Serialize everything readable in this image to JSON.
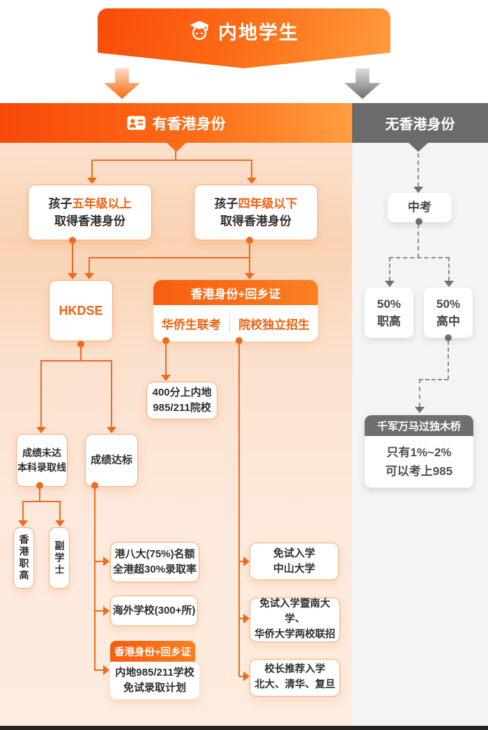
{
  "banner": {
    "title": "内地学生"
  },
  "headers": {
    "left": {
      "label": "有香港身份"
    },
    "right": {
      "label": "无香港身份"
    }
  },
  "nodes": {
    "grade5": {
      "prefix": "孩子",
      "highlight": "五年级以上",
      "line2": "取得香港身份"
    },
    "grade4": {
      "prefix": "孩子",
      "highlight": "四年级以下",
      "line2": "取得香港身份"
    },
    "hkdse": {
      "label": "HKDSE"
    },
    "permit": {
      "header": "香港身份+回乡证",
      "left_option": "华侨生联考",
      "right_option": "院校独立招生"
    },
    "score400": {
      "line1": "400分上内地",
      "line2": "985/211院校"
    },
    "below_line": {
      "line1": "成绩未达",
      "line2": "本科录取线"
    },
    "pass_line": {
      "label": "成绩达标"
    },
    "hk_vocational": {
      "label": "香港职高"
    },
    "associate": {
      "label": "副学士"
    },
    "eight_univ": {
      "line1": "港八大(75%)名额",
      "line2": "全港超30%录取率"
    },
    "overseas": {
      "label": "海外学校(300+所)"
    },
    "mainland_plan": {
      "header": "香港身份+回乡证",
      "line1": "内地985/211学校",
      "line2": "免试录取计划"
    },
    "zhongshan": {
      "line1": "免试入学",
      "line2": "中山大学"
    },
    "jinan": {
      "line1": "免试入学暨南大学、",
      "line2": "华侨大学两校联招"
    },
    "principal": {
      "line1": "校长推荐入学",
      "line2": "北大、清华、复旦"
    },
    "zhongkao": {
      "label": "中考"
    },
    "pct_vocational": {
      "line1": "50%",
      "line2": "职高"
    },
    "pct_highschool": {
      "line1": "50%",
      "line2": "高中"
    },
    "bridge": {
      "header": "千军万马过独木桥",
      "line1": "只有1%~2%",
      "line2": "可以考上985"
    }
  },
  "colors": {
    "accent_orange_deep": "#f8490a",
    "accent_orange_light": "#ff9e3e",
    "line_orange": "#ee6a1e",
    "panel_left_bg": "#fce5d6",
    "panel_right_bg": "#f4f4f4",
    "header_gray": "#6b6b6b",
    "dashed_gray": "#8c8c8c",
    "footer_dark": "#262220"
  }
}
